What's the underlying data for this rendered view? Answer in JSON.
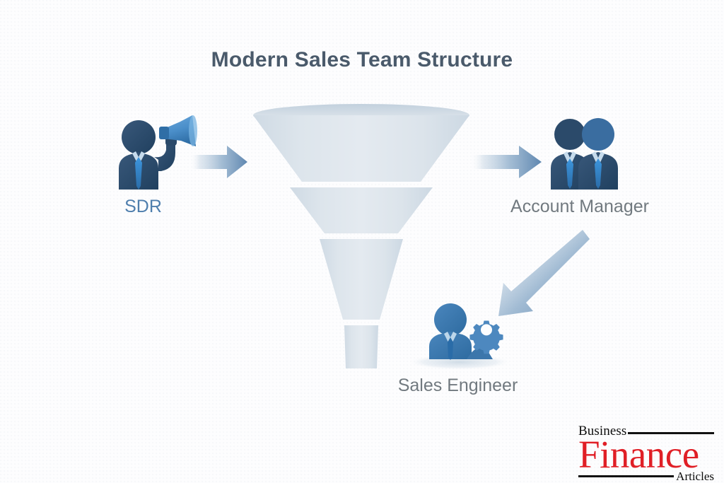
{
  "page": {
    "title": "Modern Sales Team Structure",
    "background_color": "#fdfdfe",
    "title_color": "#4a5a6b"
  },
  "diagram": {
    "type": "sales-funnel-flow",
    "funnel": {
      "name": "sales-funnel",
      "fill_color": "#d9e2ea",
      "rim_color": "#c3d0dc",
      "segments": 4
    },
    "nodes": [
      {
        "id": "sdr",
        "label": "SDR",
        "label_color": "#4e7ead",
        "icon": "person-with-megaphone-icon",
        "position": "left"
      },
      {
        "id": "account-manager",
        "label": "Account Manager",
        "label_color": "#71797f",
        "icon": "two-businesspeople-icon",
        "position": "right"
      },
      {
        "id": "sales-engineer",
        "label": "Sales Engineer",
        "label_color": "#71797f",
        "icon": "person-with-gear-icon",
        "position": "bottom-center"
      }
    ],
    "arrows": [
      {
        "id": "arrow-sdr-to-funnel",
        "name": "arrow-right-icon",
        "direction": "right",
        "from": "sdr",
        "to": "sales-funnel",
        "color": "#6d93b8"
      },
      {
        "id": "arrow-funnel-to-account-manager",
        "name": "arrow-right-icon",
        "direction": "right",
        "from": "sales-funnel",
        "to": "account-manager",
        "color": "#6d93b8"
      },
      {
        "id": "arrow-account-manager-to-sales-engineer",
        "name": "arrow-diagonal-down-left-icon",
        "direction": "down-left",
        "from": "account-manager",
        "to": "sales-engineer",
        "color": "#6d93b8"
      }
    ],
    "palette": {
      "suit_dark": "#2d4a68",
      "suit_medium": "#3c76ab",
      "tie_blue": "#2f86d4",
      "shirt_light": "#c3d9ea",
      "megaphone_blue": "#4a90cf",
      "funnel_light": "#dde5ec",
      "gear_blue": "#4d88bf"
    }
  },
  "logo": {
    "word_top": "Business",
    "word_main": "Finance",
    "word_bottom": "Articles",
    "main_color": "#e01f26",
    "text_color": "#0d0d0d"
  }
}
